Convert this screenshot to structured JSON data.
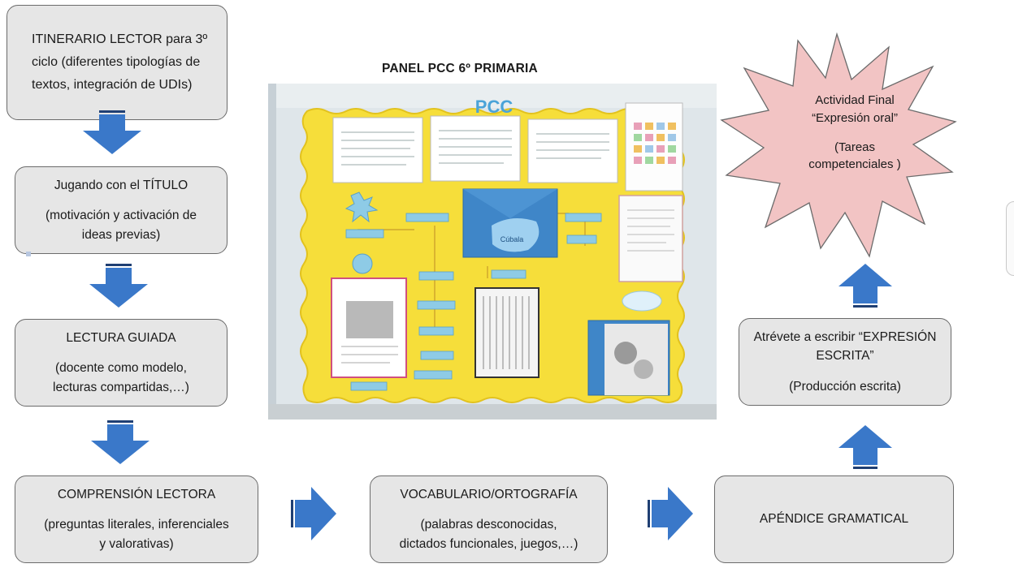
{
  "panel_title": "PANEL  PCC 6º PRIMARIA",
  "steps": {
    "itinerario": {
      "line1": "ITINERARIO LECTOR para 3º",
      "line2": "ciclo (diferentes tipologías de",
      "line3": "textos, integración de UDIs)"
    },
    "jugando": {
      "title": "Jugando con el TÍTULO",
      "line1": "(motivación y activación de",
      "line2": "ideas previas)"
    },
    "lectura": {
      "title": "LECTURA GUIADA",
      "line1": "(docente como modelo,",
      "line2": "lecturas compartidas,…)"
    },
    "comprension": {
      "title": "COMPRENSIÓN LECTORA",
      "line1": "(preguntas literales, inferenciales",
      "line2": "y valorativas)"
    },
    "vocabulario": {
      "title": "VOCABULARIO/ORTOGRAFÍA",
      "line1": "(palabras desconocidas,",
      "line2": "dictados funcionales, juegos,…)"
    },
    "apendice": {
      "title": "APÉNDICE GRAMATICAL"
    },
    "atrevete": {
      "line1": "Atrévete a escribir “EXPRESIÓN",
      "line2": "ESCRITA”",
      "line3": "(Producción escrita)"
    },
    "final": {
      "line1": "Actividad Final",
      "line2": "“Expresión oral”",
      "line3": "(Tareas",
      "line4": "competenciales )"
    }
  },
  "photo": {
    "board_heading": "PCC",
    "folder_label": "Cúbala"
  },
  "colors": {
    "box_fill": "#e6e6e6",
    "box_border": "#6b6b6b",
    "arrow_blue": "#3a78c9",
    "star_fill": "#f2c4c4",
    "board_yellow": "#f6de3a"
  }
}
